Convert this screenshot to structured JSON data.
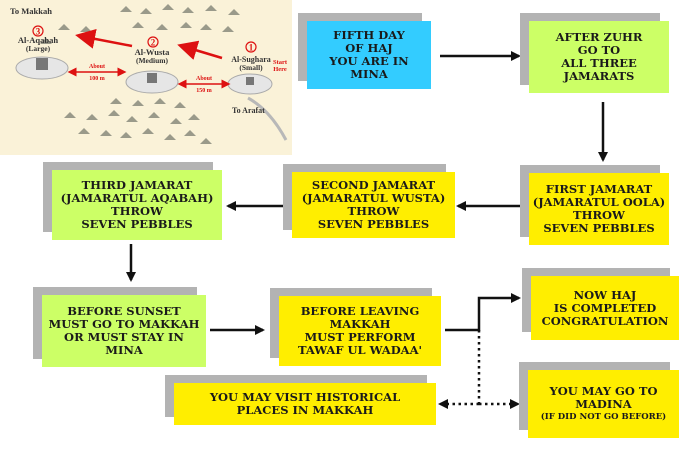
{
  "map": {
    "to_makkah": "To Makkah",
    "to_arafat": "To Arafat",
    "start_here": [
      "Start",
      "Here"
    ],
    "pillars": [
      {
        "number": "3",
        "name": "Al-Aqabah",
        "size": "(Large)"
      },
      {
        "number": "2",
        "name": "Al-Wusta",
        "size": "(Medium)"
      },
      {
        "number": "1",
        "name": "Al-Sughara",
        "size": "(Small)"
      }
    ],
    "distances": [
      {
        "label": "About",
        "value": "100 m"
      },
      {
        "label": "About",
        "value": "150 m"
      }
    ]
  },
  "boxes": {
    "fifth_day": [
      "FIFTH DAY",
      "OF HAJ",
      "YOU ARE IN",
      "MINA"
    ],
    "after_zuhr": [
      "AFTER ZUHR",
      "GO TO",
      "ALL THREE",
      "JAMARATS"
    ],
    "first_jamarat": [
      "FIRST JAMARAT",
      "(JAMARATUL OOLA)",
      "THROW",
      "SEVEN PEBBLES"
    ],
    "second_jamarat": [
      "SECOND JAMARAT",
      "(JAMARATUL WUSTA)",
      "THROW",
      "SEVEN PEBBLES"
    ],
    "third_jamarat": [
      "THIRD JAMARAT",
      "(JAMARATUL AQABAH)",
      "THROW",
      "SEVEN PEBBLES"
    ],
    "before_sunset": [
      "BEFORE SUNSET",
      "MUST GO TO MAKKAH",
      "OR MUST STAY IN",
      "MINA"
    ],
    "before_leaving": [
      "BEFORE LEAVING",
      "MAKKAH",
      "MUST PERFORM",
      "TAWAF UL WADAA'"
    ],
    "haj_completed": [
      "NOW HAJ",
      "IS COMPLETED",
      "CONGRATULATION"
    ],
    "visit_places": [
      "YOU MAY VISIT HISTORICAL",
      "PLACES IN MAKKAH"
    ],
    "go_madina": [
      "YOU MAY GO TO",
      "MADINA"
    ],
    "go_madina_note": "(IF DID NOT GO BEFORE)"
  },
  "colors": {
    "cyan": "#33ccff",
    "green": "#ccff66",
    "yellow": "#ffee00",
    "shadow": "#b3b3b3",
    "map_arrow": "#dd1111"
  }
}
